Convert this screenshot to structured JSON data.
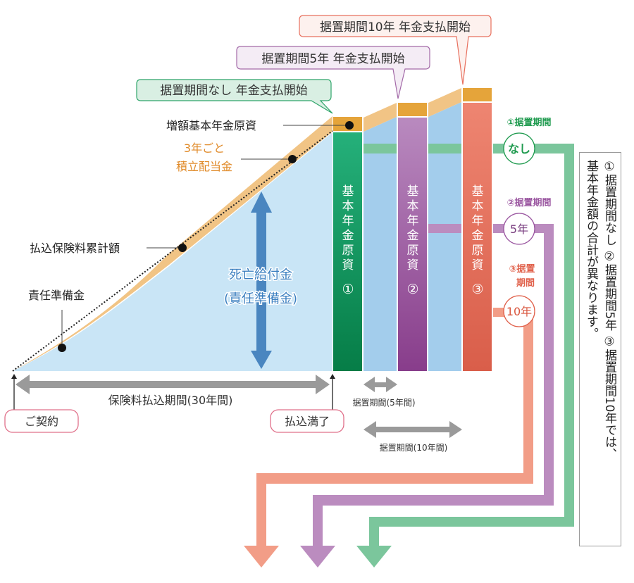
{
  "callouts": {
    "none": "据置期間なし 年金支払開始",
    "five": "据置期間5年 年金支払開始",
    "ten": "据置期間10年 年金支払開始"
  },
  "labels": {
    "increased_pension": "増額基本年金原資",
    "dividend_line1": "3年ごと",
    "dividend_line2": "積立配当金",
    "cumulative_premium": "払込保険料累計額",
    "reserve": "責任準備金",
    "death_benefit_line1": "死亡給付金",
    "death_benefit_line2": "(責任準備金)"
  },
  "bars": [
    {
      "chars": [
        "基",
        "本",
        "年",
        "金",
        "原",
        "資"
      ],
      "number": "①",
      "color": "#0f9460"
    },
    {
      "chars": [
        "基",
        "本",
        "年",
        "金",
        "原",
        "資"
      ],
      "number": "②",
      "color": "#9a4f9c"
    },
    {
      "chars": [
        "基",
        "本",
        "年",
        "金",
        "原",
        "資"
      ],
      "number": "③",
      "color": "#e56a52"
    }
  ],
  "periods": {
    "payment_period": "保険料払込期間(30年間)",
    "deferral_5": "据置期間(5年間)",
    "deferral_10": "据置期間(10年間)"
  },
  "milestones": {
    "contract": "ご契約",
    "payment_complete": "払込満了"
  },
  "options": [
    {
      "title": "①据置期間",
      "value": "なし",
      "color": "#1e9a4e"
    },
    {
      "title": "②据置期間",
      "value": "5年",
      "color": "#9a56a0"
    },
    {
      "title_line1": "③据置",
      "title_line2": "期間",
      "value": "10年",
      "color": "#e0604a"
    }
  ],
  "note": {
    "line1": "①据置期間なし ②据置期間5年 ③据置期間10年では、",
    "line2": "基本年金額の合計が異なります。"
  },
  "colors": {
    "reserve_fill": "#c9e5f6",
    "deferral_fill": "#a3cdec",
    "dividend_band": "#f1c485",
    "cap": "#e5a43a",
    "death_arrow": "#4a86c0",
    "period_arrow": "#9a9a9a",
    "green_flow": "#7bc69c",
    "purple_flow": "#bb8cbf",
    "salmon_flow": "#f29d87"
  }
}
